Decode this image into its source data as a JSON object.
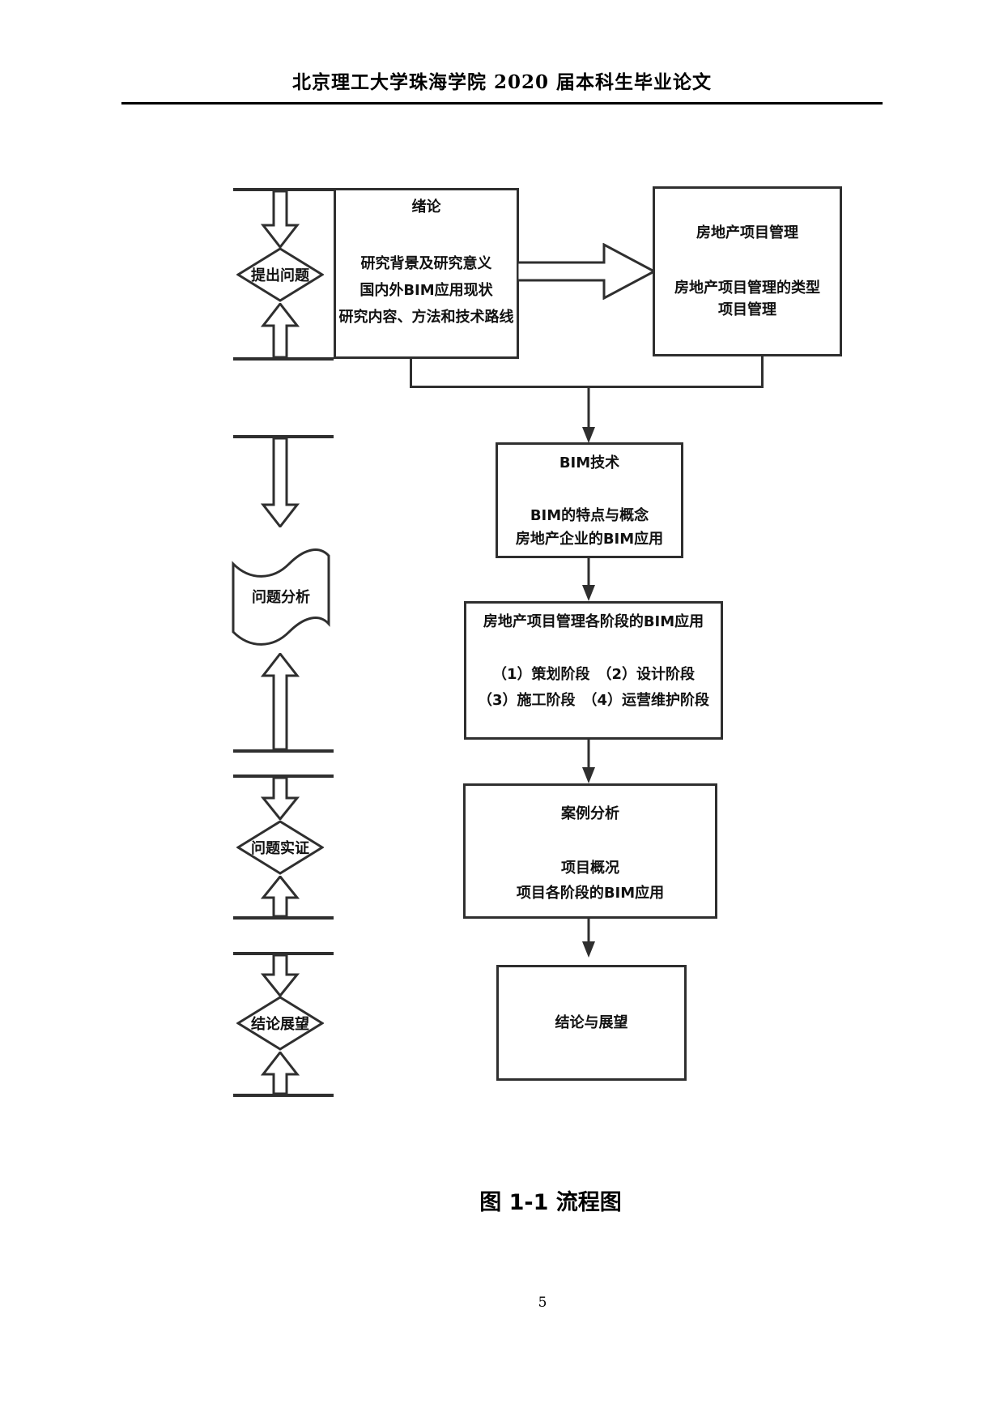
{
  "page": {
    "header_title": "北京理工大学珠海学院 2020 届本科生毕业论文",
    "figure_caption": "图 1-1  流程图",
    "page_number": "5"
  },
  "flowchart": {
    "rail": {
      "step1_label": "提出问题",
      "step2_label": "问题分析",
      "step3_label": "问题实证",
      "step4_label": "结论展望"
    },
    "boxes": {
      "intro": {
        "title": "绪论",
        "line1": "研究背景及研究意义",
        "line2": "国内外BIM应用现状",
        "line3": "研究内容、方法和技术路线"
      },
      "pm": {
        "title": "房地产项目管理",
        "line1": "房地产项目管理的类型",
        "line2": "项目管理"
      },
      "bim": {
        "title": "BIM技术",
        "line1": "BIM的特点与概念",
        "line2": "房地产企业的BIM应用"
      },
      "stages": {
        "title": "房地产项目管理各阶段的BIM应用",
        "line1": "（1）策划阶段　（2）设计阶段",
        "line2": "（3）施工阶段　（4）运营维护阶段"
      },
      "case": {
        "title": "案例分析",
        "line1": "项目概况",
        "line2": "项目各阶段的BIM应用"
      },
      "conclusion": {
        "title": "结论与展望"
      }
    }
  },
  "colors": {
    "stroke": "#2f2f2f",
    "text": "#111111"
  }
}
